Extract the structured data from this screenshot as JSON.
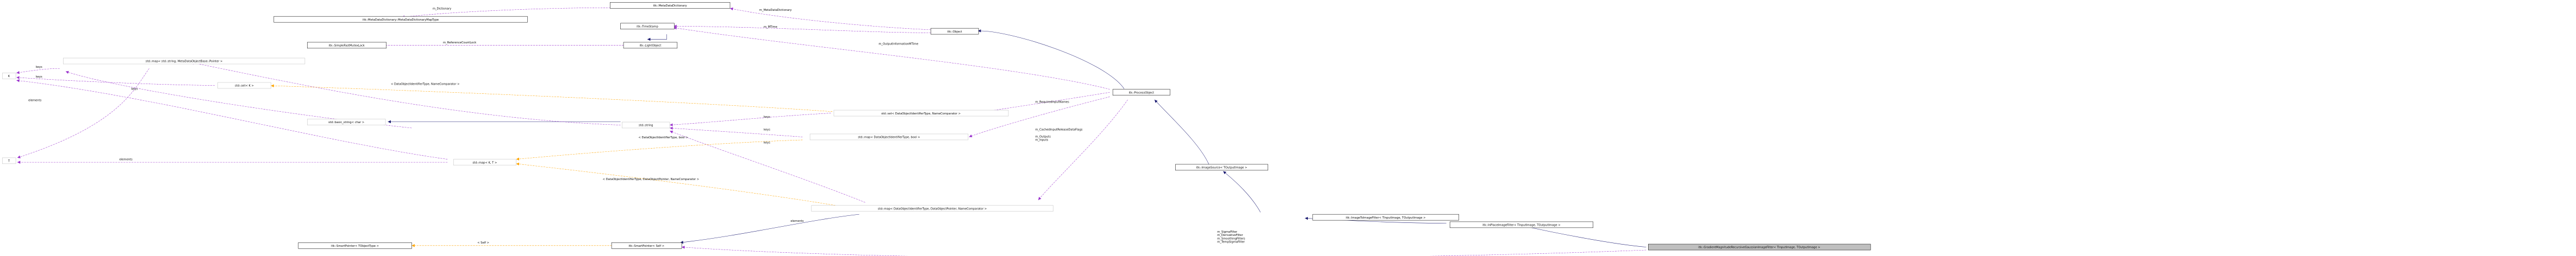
{
  "colors": {
    "node_border": "#666666",
    "node_border_grey": "#bfbfbf",
    "node_highlight_fill": "#bfbfbf",
    "inherit_edge": "#191970",
    "usage_edge": "#9a32cd",
    "template_edge": "#ffa500"
  },
  "nodes": {
    "meta_data_dictionary": "itk::MetaDataDictionary",
    "meta_data_dictionary_map_type": "itk::MetaDataDictionary::MetaDataDictionaryMapType",
    "time_stamp": "itk::TimeStamp",
    "object": "itk::Object",
    "simple_fast_mutex_lock": "itk::SimpleFastMutexLock",
    "light_object": "itk::LightObject",
    "map_string_meta_data": "std::map< std::string, MetaDataObjectBase::Pointer >",
    "k": "K",
    "t": "T",
    "set_k": "std::set< K >",
    "basic_string": "std::basic_string< char >",
    "std_string": "std::string",
    "set_data_object_identifier": "std::set< DataObjectIdentifierType, NameComparator >",
    "map_data_object_identifier_bool": "std::map< DataObjectIdentifierType, bool >",
    "process_object": "itk::ProcessObject",
    "map_k_t": "std::map< K, T >",
    "map_data_object_identifier_pointer": "std::map< DataObjectIdentifierType, DataObjectPointer, NameComparator >",
    "image_source": "itk::ImageSource< TOutputImage >",
    "image_to_image_filter": "itk::ImageToImageFilter< TInputImage, TOutputImage >",
    "in_place_image_filter": "itk::InPlaceImageFilter< TInputImage, TOutputImage >",
    "gradient_magnitude_filter": "itk::GradientMagnitudeRecursiveGaussianImageFilter< TInputImage, TOutputImage >",
    "smart_pointer_tobjecttype": "itk::SmartPointer< TObjectType >",
    "smart_pointer_self": "itk::SmartPointer< Self >"
  },
  "edge_labels": {
    "m_dictionary": "m_Dictionary",
    "m_meta_data_dictionary": "m_MetaDataDictionary",
    "m_mtime": "m_MTime",
    "m_reference_count_lock": "m_ReferenceCountLock",
    "m_output_information_mtime": "m_OutputInformationMTime",
    "keys_1": "keys",
    "keys_2": "keys",
    "elements_1": "elements",
    "template_set_k": "< DataObjectIdentifierType, NameComparator >",
    "keys_3": "keys",
    "m_required_input_names": "m_RequiredInputNames",
    "keys_4": "keys",
    "elements_2": "elements",
    "m_cached_input_release_data_flags": "m_CachedInputReleaseDataFlags",
    "keys_5": "keys",
    "template_map_bool": "< DataObjectIdentifierType, bool >",
    "m_outputs_inputs": "m_Outputs\nm_Inputs",
    "template_map_pointer": "< DataObjectIdentifierType, DataObjectPointer, NameComparator >",
    "elements_3": "elements",
    "template_self": "< Self >",
    "m_sigma_filter_group": "m_SigmaFilter\nm_DerivativeFilter\nm_SmoothingFilters\nm_TempSigmaFilter"
  }
}
